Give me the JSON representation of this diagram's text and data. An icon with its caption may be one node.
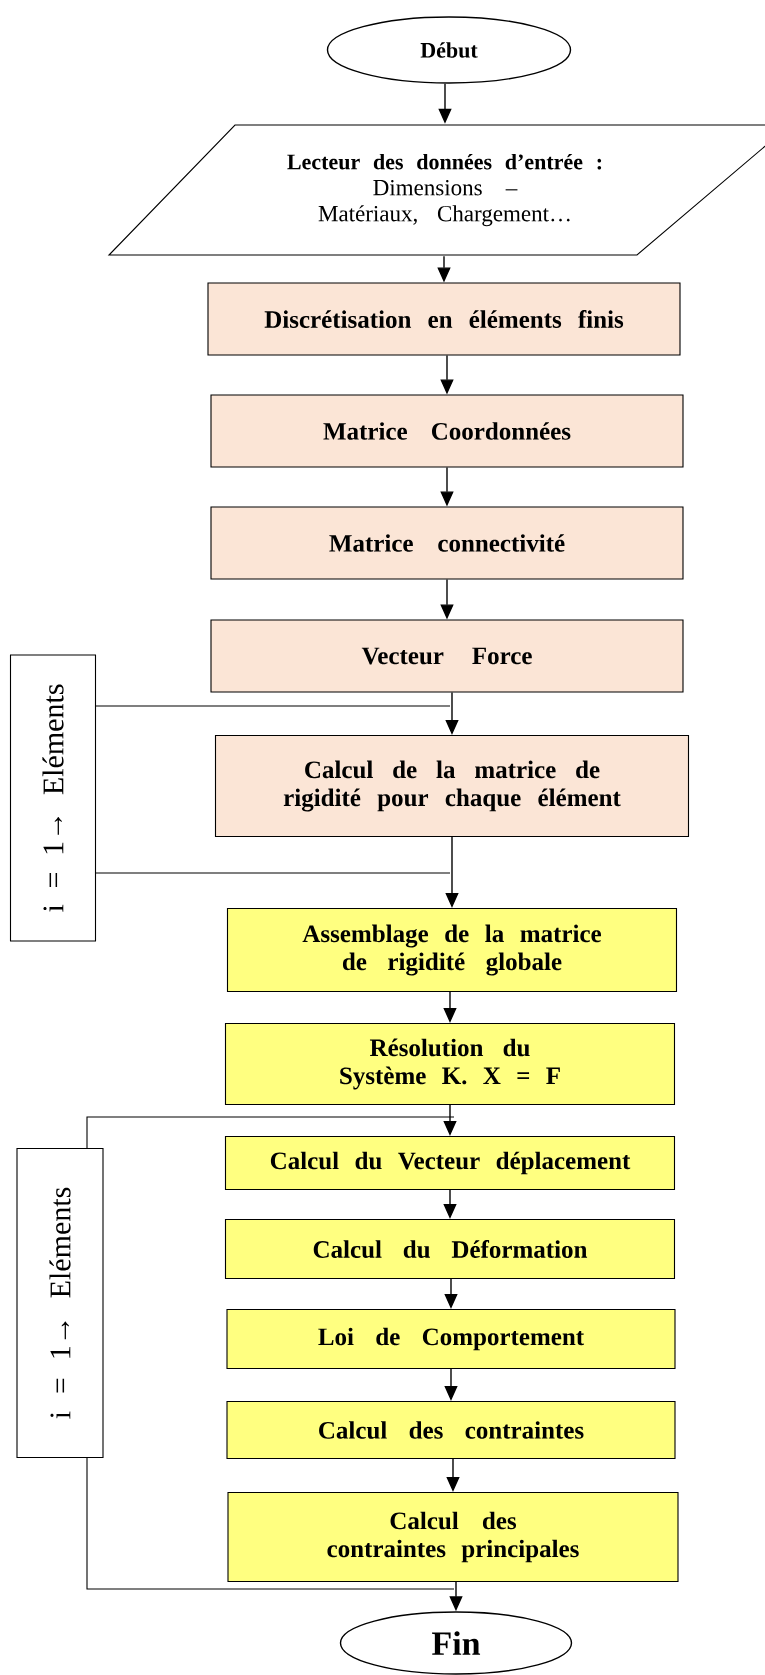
{
  "diagram": {
    "nodes": [
      {
        "text": [
          "Début"
        ]
      },
      {
        "text": [
          "Lecteur des données d’entrée :",
          "Dimensions – Matériaux, Chargement…"
        ]
      },
      {
        "text": [
          "Discrétisation en éléments finis"
        ]
      },
      {
        "text": [
          "Matrice Coordonnées"
        ]
      },
      {
        "text": [
          "Matrice connectivité"
        ]
      },
      {
        "text": [
          "Vecteur Force"
        ]
      },
      {
        "text": [
          "Calcul de la matrice de rigidité pour chaque élément"
        ]
      },
      {
        "text": [
          "Assemblage de la matrice de rigidité globale"
        ]
      },
      {
        "text": [
          "Résolution du Système K. X = F"
        ]
      },
      {
        "text": [
          "Calcul du Vecteur déplacement"
        ]
      },
      {
        "text": [
          "Calcul du Déformation"
        ]
      },
      {
        "text": [
          "Loi de Comportement"
        ]
      },
      {
        "text": [
          "Calcul des contraintes"
        ]
      },
      {
        "text": [
          "Calcul des contraintes principales"
        ]
      },
      {
        "text": [
          "Fin"
        ]
      },
      {
        "text": [
          "i = 1→ Eléments"
        ]
      },
      {
        "text": [
          "i = 1→ Eléments"
        ]
      }
    ],
    "edges": [
      {
        "from": 0,
        "to": 1,
        "arrow": "to"
      },
      {
        "from": 1,
        "to": 2,
        "arrow": "to"
      },
      {
        "from": 2,
        "to": 3,
        "arrow": "to"
      },
      {
        "from": 3,
        "to": 4,
        "arrow": "to"
      },
      {
        "from": 4,
        "to": 5,
        "arrow": "to"
      },
      {
        "from": 5,
        "to": 6,
        "arrow": "to"
      },
      {
        "from": 6,
        "to": 7,
        "arrow": "to"
      },
      {
        "from": 7,
        "to": 8,
        "arrow": "to"
      },
      {
        "from": 8,
        "to": 9,
        "arrow": "to"
      },
      {
        "from": 9,
        "to": 10,
        "arrow": "to"
      },
      {
        "from": 10,
        "to": 11,
        "arrow": "to"
      },
      {
        "from": 11,
        "to": 12,
        "arrow": "to"
      },
      {
        "from": 12,
        "to": 13,
        "arrow": "to"
      },
      {
        "from": 13,
        "to": 14,
        "arrow": "to"
      }
    ]
  }
}
